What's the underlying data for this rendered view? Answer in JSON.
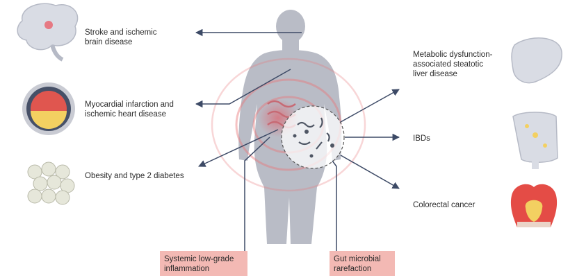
{
  "labels": {
    "stroke": "Stroke and ischemic\nbrain disease",
    "myocardial": "Myocardial infarction and\nischemic heart disease",
    "obesity": "Obesity and type 2 diabetes",
    "mafld": "Metabolic dysfunction-\nassociated steatotic\nliver disease",
    "ibd": "IBDs",
    "crc": "Colorectal cancer"
  },
  "boxes": {
    "inflammation": "Systemic low-grade\ninflammation",
    "rarefaction": "Gut microbial\nrarefaction"
  },
  "icons": [
    "brain-icon",
    "heart-cross-section-icon",
    "fat-cells-icon",
    "liver-icon",
    "intestine-icon",
    "colorectal-tumor-icon",
    "microbiome-magnifier-icon",
    "human-body-silhouette"
  ],
  "colors": {
    "body": "#b9bcc6",
    "arrow": "#3d4a66",
    "highlight_box": "#f3b9b4",
    "inflammation_ring": "#e8787a"
  }
}
